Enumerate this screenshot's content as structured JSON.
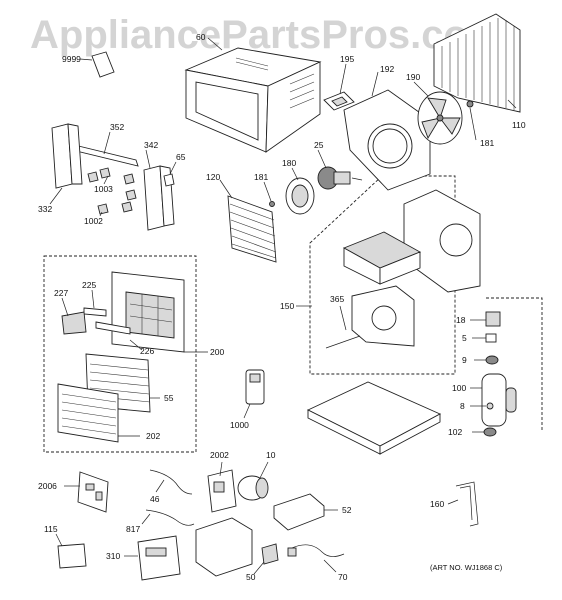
{
  "watermark": "AppliancePartsPros.com",
  "art_no": "(ART NO. WJ1868 C)",
  "labels": {
    "p9999": "9999",
    "p60": "60",
    "p195": "195",
    "p192": "192",
    "p190": "190",
    "p110": "110",
    "p181a": "181",
    "p352": "352",
    "p342": "342",
    "p65": "65",
    "p1003": "1003",
    "p332": "332",
    "p1002": "1002",
    "p120": "120",
    "p181b": "181",
    "p180": "180",
    "p25": "25",
    "p225": "225",
    "p227": "227",
    "p226": "226",
    "p200": "200",
    "p150": "150",
    "p365": "365",
    "p18": "18",
    "p5": "5",
    "p9": "9",
    "p55": "55",
    "p202": "202",
    "p1000": "1000",
    "p100": "100",
    "p8": "8",
    "p102": "102",
    "p2002": "2002",
    "p10": "10",
    "p2006": "2006",
    "p46": "46",
    "p817": "817",
    "p52": "52",
    "p160": "160",
    "p115": "115",
    "p310": "310",
    "p50": "50",
    "p70": "70"
  }
}
